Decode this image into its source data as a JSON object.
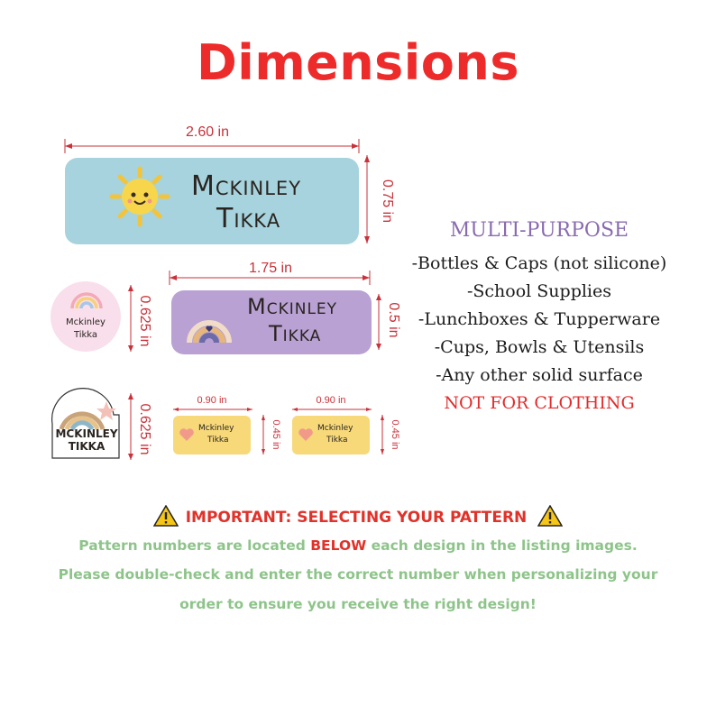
{
  "title": "Dimensions",
  "labels": {
    "large": {
      "width": "2.60 in",
      "height": "0.75 in",
      "first": "Mckinley",
      "last": "Tikka"
    },
    "medium": {
      "width": "1.75 in",
      "height": "0.5 in",
      "first": "Mckinley",
      "last": "Tikka"
    },
    "round": {
      "height": "0.625 in",
      "first": "Mckinley",
      "last": "Tikka"
    },
    "shaped": {
      "height": "0.625 in",
      "first": "MCKINLEY",
      "last": "TIKKA"
    },
    "small_a": {
      "width": "0.90 in",
      "height": "0.45 in",
      "first": "Mckinley",
      "last": "Tikka"
    },
    "small_b": {
      "width": "0.90 in",
      "height": "0.45 in",
      "first": "Mckinley",
      "last": "Tikka"
    }
  },
  "multi_purpose": {
    "title": "MULTI-PURPOSE",
    "items": [
      "-Bottles & Caps (not silicone)",
      "-School Supplies",
      "-Lunchboxes & Tupperware",
      "-Cups, Bowls & Utensils",
      "-Any other solid surface"
    ],
    "warning": "NOT FOR CLOTHING"
  },
  "important": {
    "heading": "IMPORTANT: SELECTING YOUR PATTERN",
    "line1_before": "Pattern numbers are located ",
    "line1_emphasis": "BELOW",
    "line1_after": " each design in the listing images.",
    "line2": "Please double-check and enter the correct number when personalizing your",
    "line3": "order to ensure you receive the right design!"
  },
  "colors": {
    "title": "#ee2b2b",
    "dimension": "#c8323a",
    "large_label": "#a6d3dd",
    "medium_label": "#b9a1d4",
    "round_label": "#f9dfec",
    "small_label": "#f7d97a",
    "multi_title": "#8a6bb0",
    "note_text": "#8ec48a"
  },
  "icons": [
    "sun-icon",
    "rainbow-icon",
    "heart-icon",
    "star-icon",
    "warning-icon"
  ]
}
